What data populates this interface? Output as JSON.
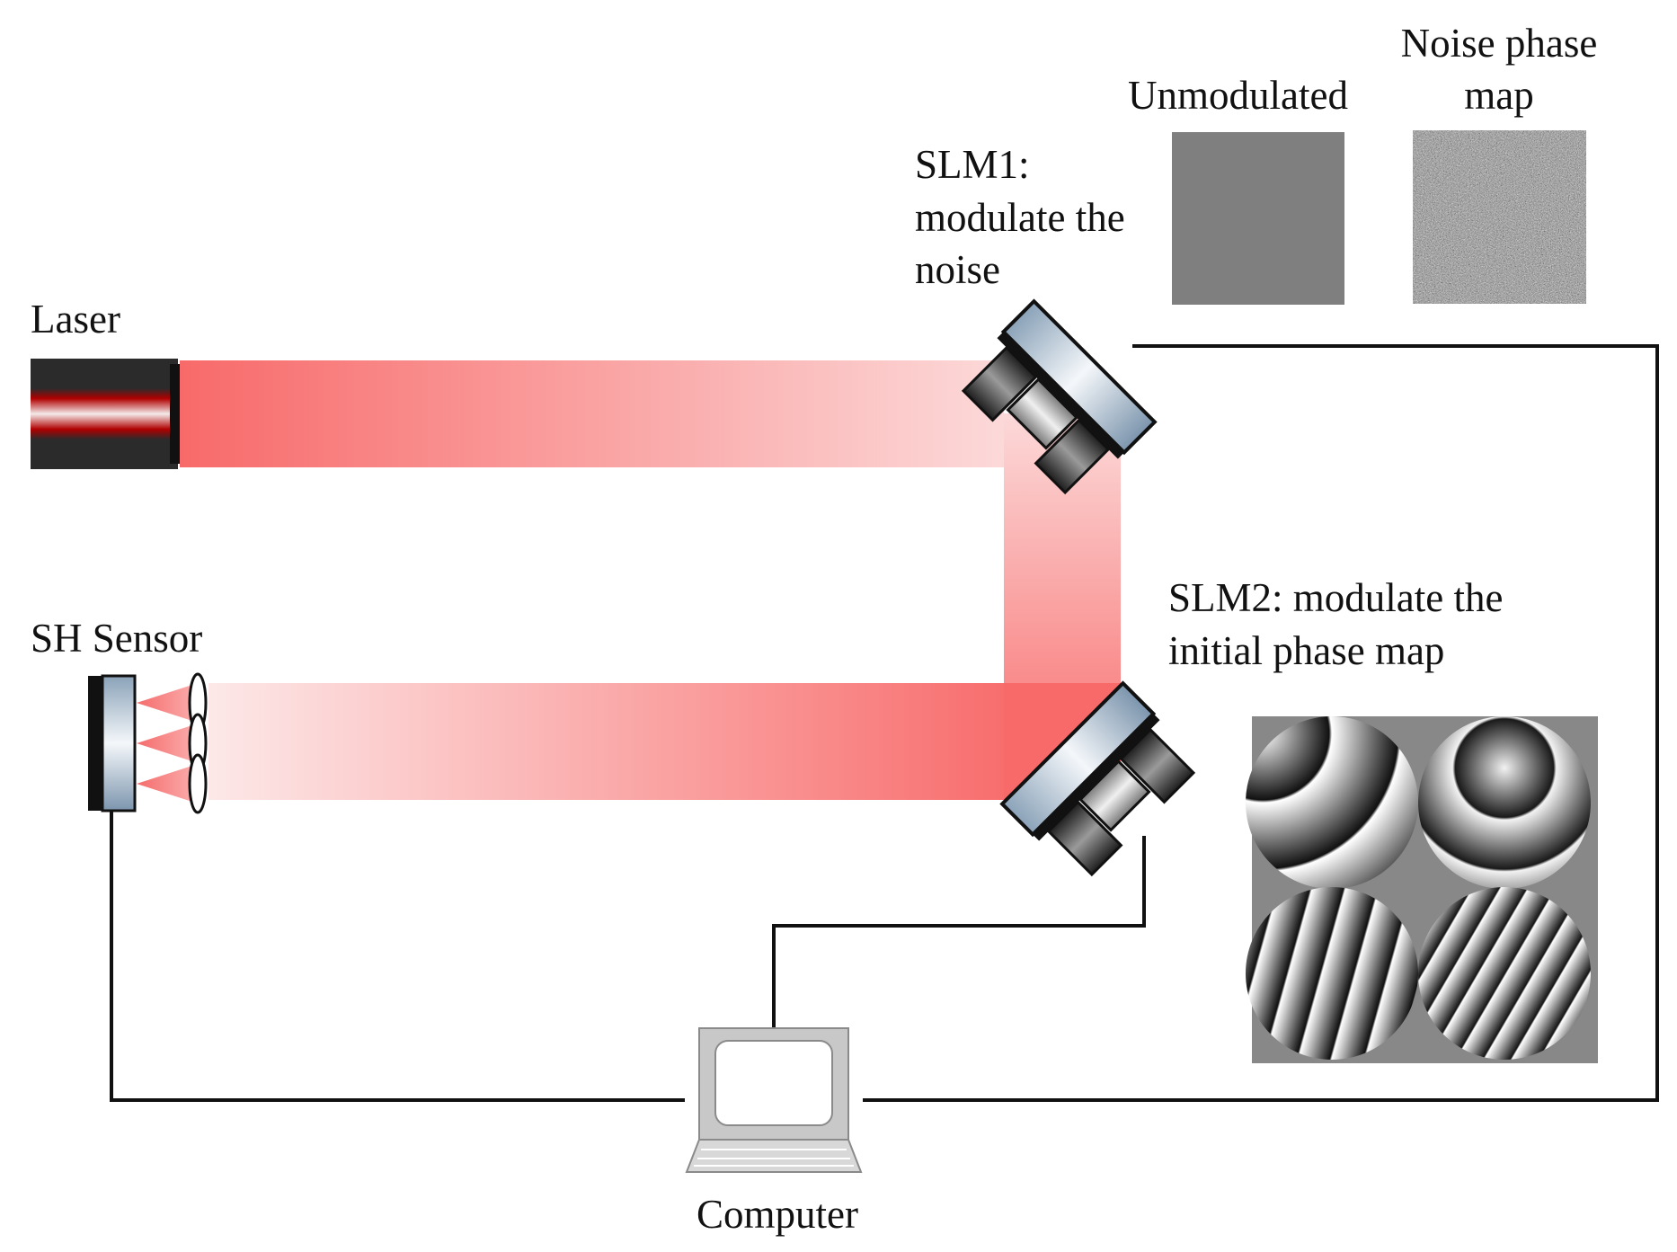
{
  "labels": {
    "laser": "Laser",
    "sh_sensor": "SH Sensor",
    "slm1_line1": "SLM1:",
    "slm1_line2": "modulate the",
    "slm1_line3": "noise",
    "unmodulated": "Unmodulated",
    "noise_line1": "Noise phase",
    "noise_line2": "map",
    "slm2_line1": "SLM2: modulate the",
    "slm2_line2": "initial phase map",
    "computer": "Computer"
  },
  "colors": {
    "beam": "#f86a6a",
    "laser_body": "#2b2b2b",
    "laser_core": "#b00000",
    "wire": "#111111",
    "slm_glass": "#8fa7bd",
    "unmodulated_gray": "#7f7f7f",
    "computer_gray": "#c8c8c8"
  },
  "icons": [
    "laser-icon",
    "slm-icon",
    "sh-sensor-icon",
    "lens-icon",
    "computer-icon"
  ]
}
